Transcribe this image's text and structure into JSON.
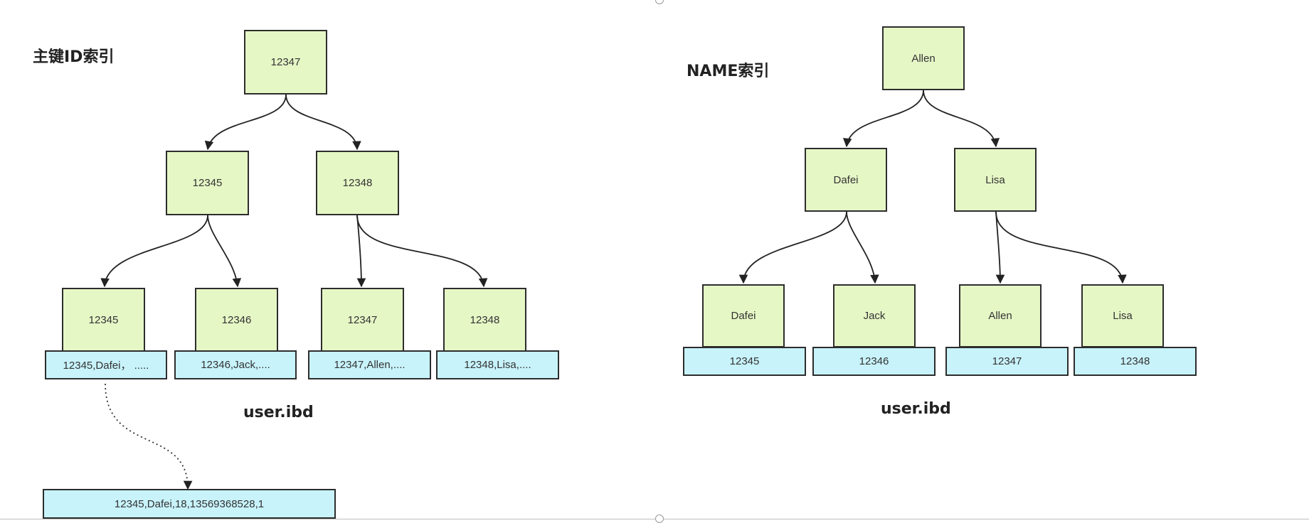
{
  "left": {
    "title": "主键ID索引",
    "root": "12347",
    "level2": [
      "12345",
      "12348"
    ],
    "leaves": [
      "12345",
      "12346",
      "12347",
      "12348"
    ],
    "records": [
      "12345,Dafei， .....",
      "12346,Jack,....",
      "12347,Allen,....",
      "12348,Lisa,...."
    ],
    "file_label": "user.ibd",
    "lookup_record": "12345,Dafei,18,13569368528,1"
  },
  "right": {
    "title": "NAME索引",
    "root": "Allen",
    "level2": [
      "Dafei",
      "Lisa"
    ],
    "leaves": [
      "Dafei",
      "Jack",
      "Allen",
      "Lisa"
    ],
    "records": [
      "12345",
      "12346",
      "12347",
      "12348"
    ],
    "file_label": "user.ibd"
  },
  "colors": {
    "node_fill": "#e6f7c6",
    "record_fill": "#c8f3fb",
    "stroke": "#2d2d2d"
  }
}
